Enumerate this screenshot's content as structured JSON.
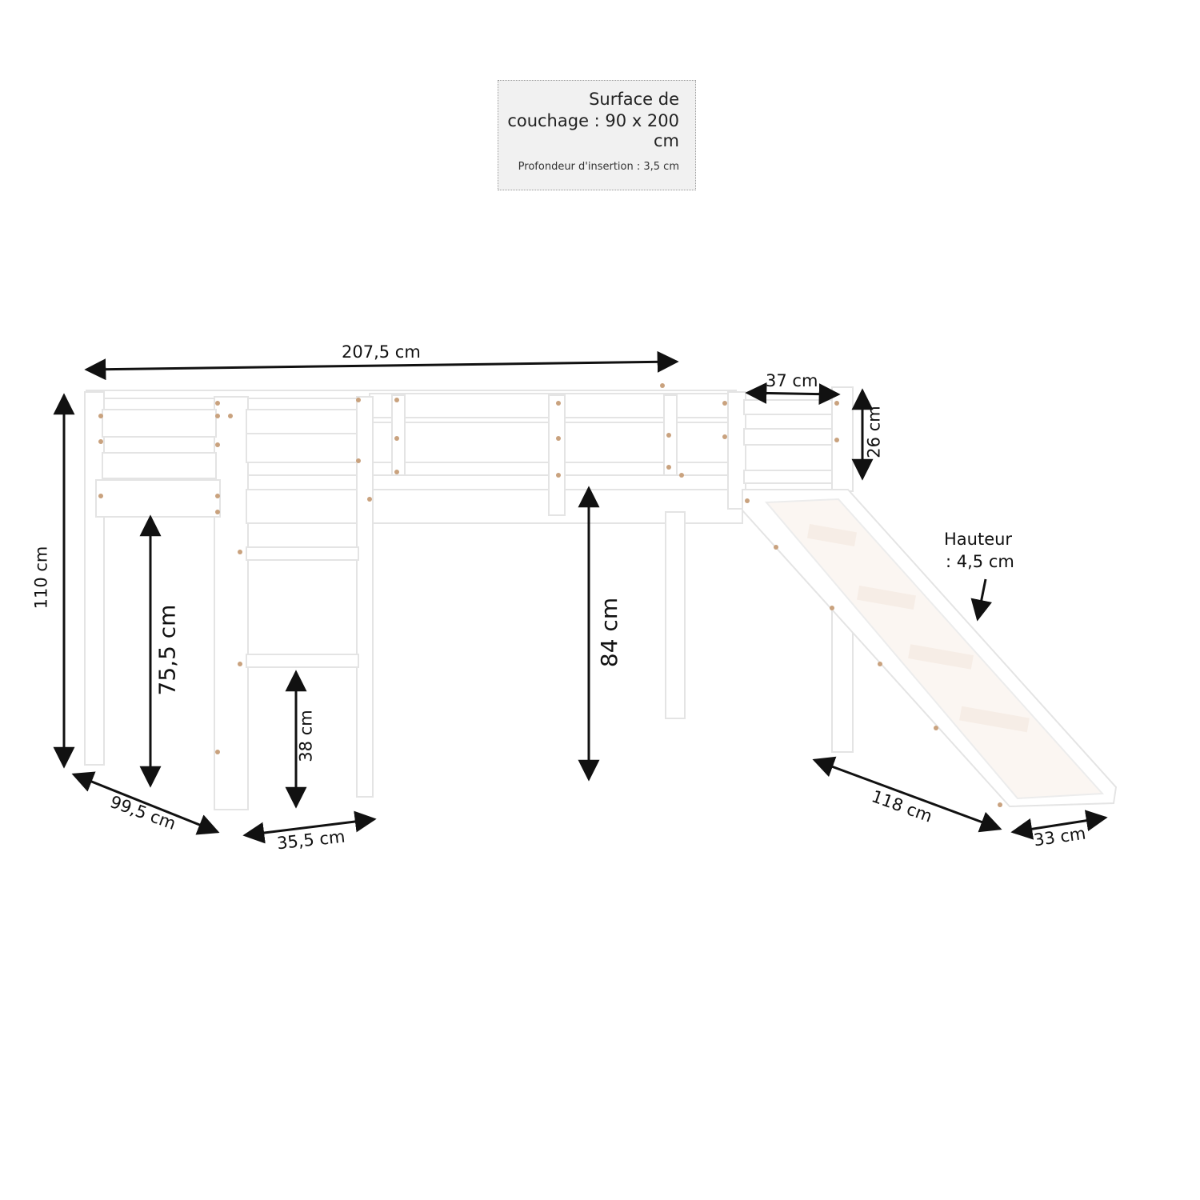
{
  "info_box": {
    "line1": "Surface de",
    "line2": "couchage : 90 x 200",
    "line3": "cm",
    "sub": "Profondeur d'insertion : 3,5 cm"
  },
  "dimensions": {
    "width": "207,5 cm",
    "rail_width": "37 cm",
    "rail_height": "26 cm",
    "height": "110 cm",
    "clearance_left": "75,5 cm",
    "ladder_step": "38 cm",
    "clearance_center": "84 cm",
    "depth": "99,5 cm",
    "ladder_width": "35,5 cm",
    "slide_length": "118 cm",
    "slide_width": "33 cm",
    "slide_side_height_1": "Hauteur",
    "slide_side_height_2": ": 4,5 cm"
  },
  "colors": {
    "frame_fill": "#ffffff",
    "frame_stroke": "#e6e6e6",
    "screw": "#c9a27e",
    "arrow": "#111111",
    "slide_tint": "#f6ece4"
  }
}
